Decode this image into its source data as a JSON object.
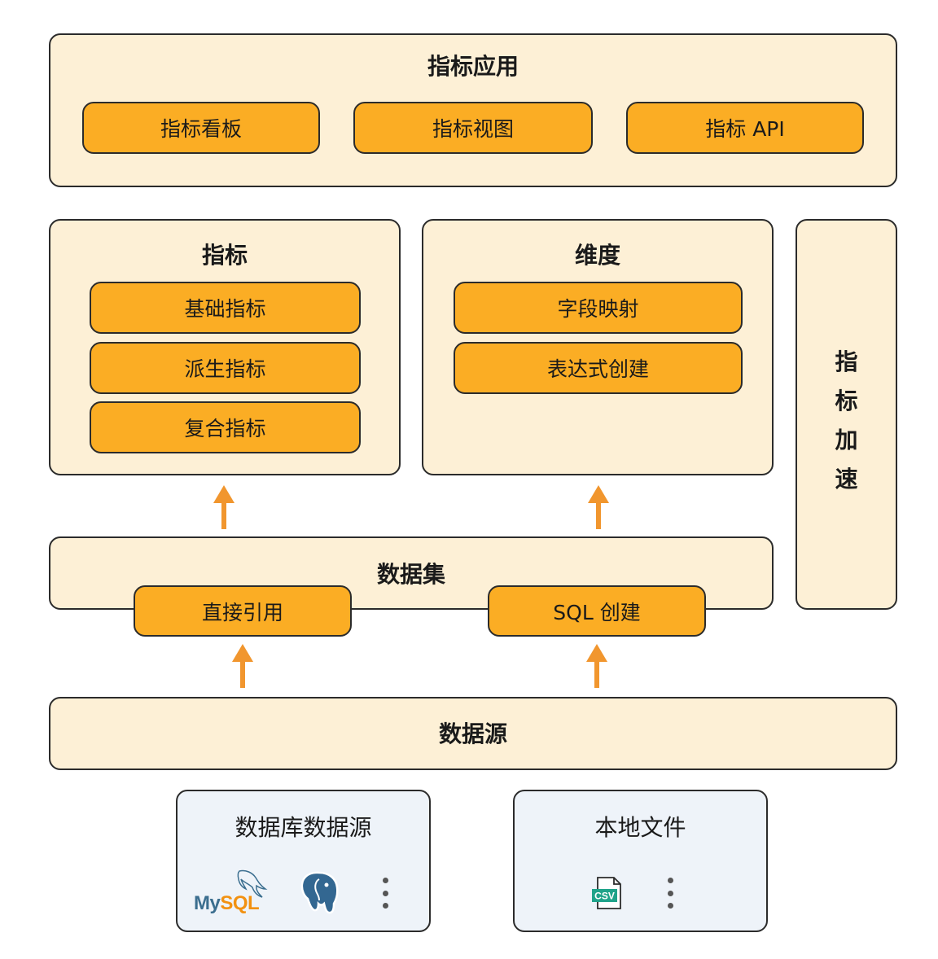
{
  "metric_app": {
    "title": "指标应用",
    "items": [
      "指标看板",
      "指标视图",
      "指标 API"
    ]
  },
  "metrics": {
    "title": "指标",
    "items": [
      "基础指标",
      "派生指标",
      "复合指标"
    ]
  },
  "dimensions": {
    "title": "维度",
    "items": [
      "字段映射",
      "表达式创建"
    ]
  },
  "acceleration": {
    "title_chars": [
      "指",
      "标",
      "加",
      "速"
    ]
  },
  "dataset": {
    "title": "数据集",
    "items": [
      "直接引用",
      "SQL 创建"
    ]
  },
  "datasource": {
    "title": "数据源"
  },
  "sources": [
    {
      "title": "数据库数据源",
      "logos": [
        "MySQL",
        "postgresql-elephant-icon"
      ]
    },
    {
      "title": "本地文件",
      "logos": [
        "CSV"
      ]
    }
  ],
  "colors": {
    "panel": "#fdf0d6",
    "chip": "#fbad24",
    "arrow": "#f1962e",
    "source_panel": "#eef3f9",
    "border": "#2b2b2b"
  }
}
